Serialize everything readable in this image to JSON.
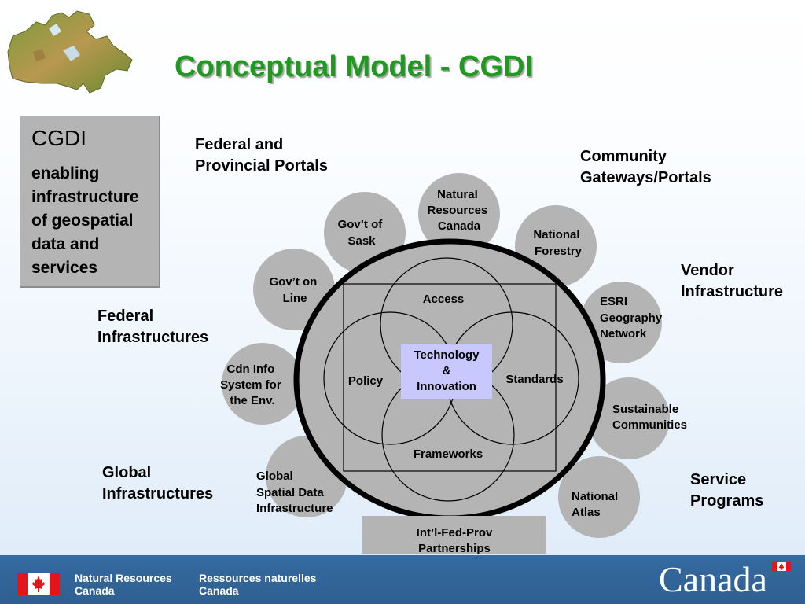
{
  "title": "Conceptual Model - CGDI",
  "cgdi_box": {
    "heading": "CGDI",
    "description": "enabling infrastructure of geospatial data and services"
  },
  "group_labels": {
    "federal_provincial_portals": "Federal and\nProvincial Portals",
    "community_gateways": "Community\nGateways/Portals",
    "vendor_infrastructure": "Vendor\nInfrastructure",
    "federal_infrastructures": "Federal\nInfrastructures",
    "global_infrastructures": "Global\nInfrastructures",
    "service_programs": "Service\nPrograms"
  },
  "nodes": {
    "govt_sask": [
      "Gov’t of",
      "Sask"
    ],
    "nrcan": [
      "Natural",
      "Resources",
      "Canada"
    ],
    "national_forestry": [
      "National",
      "Forestry"
    ],
    "govt_online": [
      "Gov’t on",
      "Line"
    ],
    "esri": [
      "ESRI",
      "Geography",
      "Network"
    ],
    "cdn_info": [
      "Cdn Info",
      "System for",
      "the Env."
    ],
    "sustainable": [
      "Sustainable",
      "Communities"
    ],
    "gsdi": [
      "Global",
      "Spatial Data",
      "Infrastructure"
    ],
    "national_atlas": [
      "National",
      "Atlas"
    ]
  },
  "core": {
    "access": "Access",
    "policy": "Policy",
    "standards": "Standards",
    "frameworks": "Frameworks",
    "technology": "Technology\n&\nInnovation"
  },
  "partnerships": "Int’l-Fed-Prov\nPartnerships",
  "footer": {
    "dept_en": "Natural Resources\nCanada",
    "dept_fr": "Ressources naturelles\nCanada",
    "wordmark": "Canada"
  },
  "colors": {
    "title_green": "#1f9a1f",
    "node_gray": "#b4b4b4",
    "tech_box": "#c8c8ff",
    "footer_blue": "#356aa0",
    "flag_red": "#e4141b"
  }
}
